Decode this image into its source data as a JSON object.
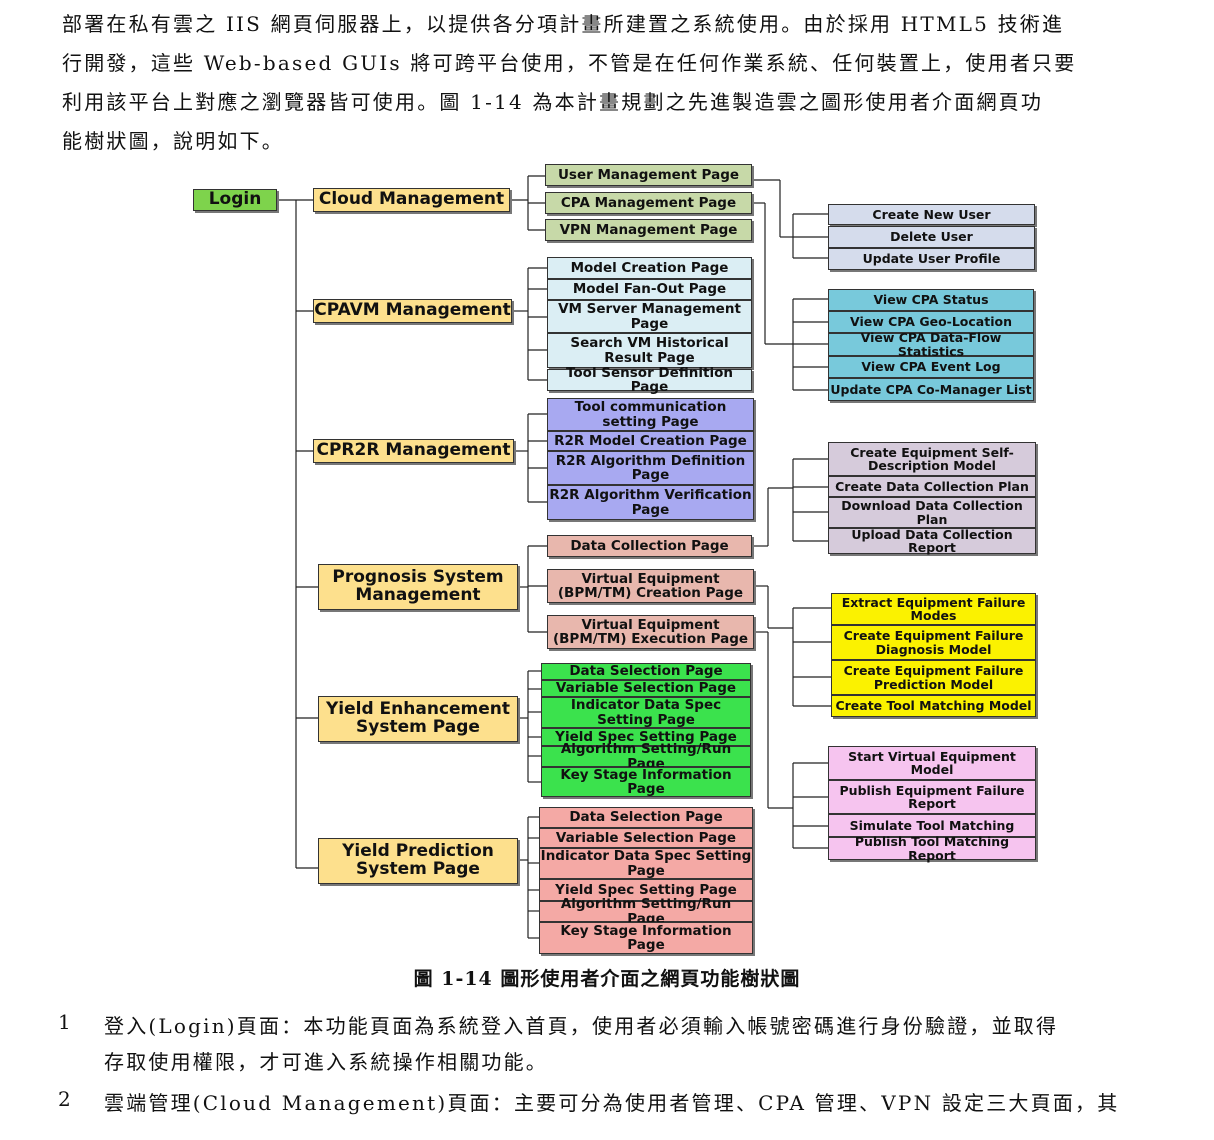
{
  "intro": [
    "部署在私有雲之 IIS 網頁伺服器上，以提供各分項計畫所建置之系統使用。由於採用 HTML5 技術進",
    "行開發，這些 Web-based GUIs 將可跨平台使用，不管是在任何作業系統、任何裝置上，使用者只要",
    "利用該平台上對應之瀏覽器皆可使用。圖 1-14 為本計畫規劃之先進製造雲之圖形使用者介面網頁功",
    "能樹狀圖，說明如下。"
  ],
  "diagram": {
    "login": "Login",
    "main": {
      "cloud": "Cloud Management",
      "cpavm": "CPAVM Management",
      "cpr2r": "CPR2R Management",
      "prognosis": "Prognosis System Management",
      "yield_enh": "Yield Enhancement System Page",
      "yield_pred": "Yield Prediction System Page"
    },
    "cloud_pages": [
      "User Management Page",
      "CPA Management Page",
      "VPN Management Page"
    ],
    "cpavm_pages": [
      "Model Creation Page",
      "Model Fan-Out Page",
      "VM Server Management Page",
      "Search VM Historical Result Page",
      "Tool Sensor Definition Page"
    ],
    "cpr2r_pages": [
      "Tool communication setting Page",
      "R2R Model Creation Page",
      "R2R Algorithm Definition Page",
      "R2R Algorithm Verification Page"
    ],
    "prognosis_pages": [
      "Data Collection Page",
      "Virtual Equipment (BPM/TM) Creation Page",
      "Virtual Equipment (BPM/TM) Execution Page"
    ],
    "yield_enh_pages": [
      "Data Selection Page",
      "Variable Selection Page",
      "Indicator Data Spec Setting Page",
      "Yield Spec Setting Page",
      "Algorithm Setting/Run Page",
      "Key Stage Information Page"
    ],
    "yield_pred_pages": [
      "Data Selection Page",
      "Variable Selection Page",
      "Indicator Data Spec Setting Page",
      "Yield Spec Setting Page",
      "Algorithm Setting/Run Page",
      "Key Stage Information Page"
    ],
    "user_subs": [
      "Create New User",
      "Delete User",
      "Update User Profile"
    ],
    "cpa_subs": [
      "View CPA Status",
      "View CPA Geo-Location",
      "View CPA Data-Flow Statistics",
      "View CPA Event Log",
      "Update CPA Co-Manager List"
    ],
    "datacoll_subs": [
      "Create Equipment Self-Description Model",
      "Create Data Collection Plan",
      "Download Data Collection Plan",
      "Upload Data Collection Report"
    ],
    "ve_creation_subs": [
      "Extract Equipment Failure Modes",
      "Create Equipment Failure Diagnosis Model",
      "Create Equipment Failure Prediction Model",
      "Create Tool Matching Model"
    ],
    "ve_execution_subs": [
      "Start Virtual Equipment Model",
      "Publish Equipment Failure Report",
      "Simulate Tool Matching",
      "Publish Tool Matching Report"
    ]
  },
  "caption": "圖 1-14  圖形使用者介面之網頁功能樹狀圖",
  "list": [
    {
      "num": "1",
      "lines": [
        "登入(Login)頁面：本功能頁面為系統登入首頁，使用者必須輸入帳號密碼進行身份驗證，並取得",
        "存取使用權限，才可進入系統操作相關功能。"
      ]
    },
    {
      "num": "2",
      "lines": [
        "雲端管理(Cloud Management)頁面：主要可分為使用者管理、CPA 管理、VPN 設定三大頁面，其"
      ]
    }
  ]
}
